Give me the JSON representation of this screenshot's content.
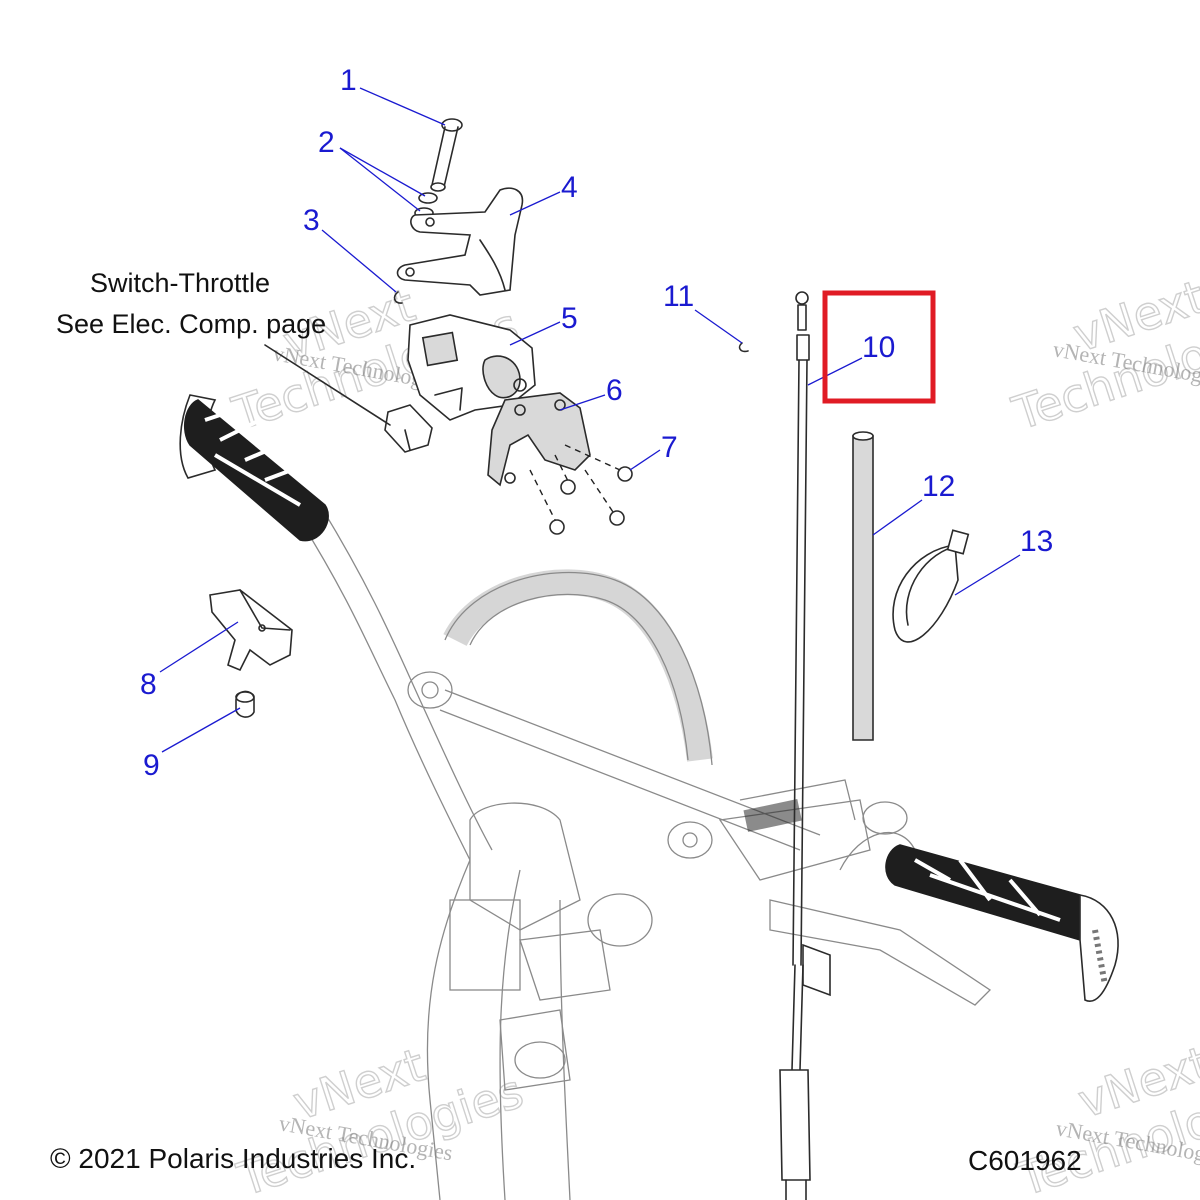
{
  "diagram": {
    "callouts": [
      {
        "id": "1",
        "label": "1"
      },
      {
        "id": "2",
        "label": "2"
      },
      {
        "id": "3",
        "label": "3"
      },
      {
        "id": "4",
        "label": "4"
      },
      {
        "id": "5",
        "label": "5"
      },
      {
        "id": "6",
        "label": "6"
      },
      {
        "id": "7",
        "label": "7"
      },
      {
        "id": "8",
        "label": "8"
      },
      {
        "id": "9",
        "label": "9"
      },
      {
        "id": "10",
        "label": "10"
      },
      {
        "id": "11",
        "label": "11"
      },
      {
        "id": "12",
        "label": "12"
      },
      {
        "id": "13",
        "label": "13"
      }
    ],
    "note": {
      "line1": "Switch-Throttle",
      "line2": "See Elec. Comp. page"
    },
    "highlight_color": "#e01b24",
    "callout_color": "#1a1ad0",
    "highlighted_callout": "10"
  },
  "footer": {
    "copyright": "© 2021 Polaris Industries Inc.",
    "code": "C601962"
  },
  "watermark": {
    "small_text": "vNext Technologies",
    "brand_top": "vNext",
    "brand_bottom": "Technologies"
  }
}
